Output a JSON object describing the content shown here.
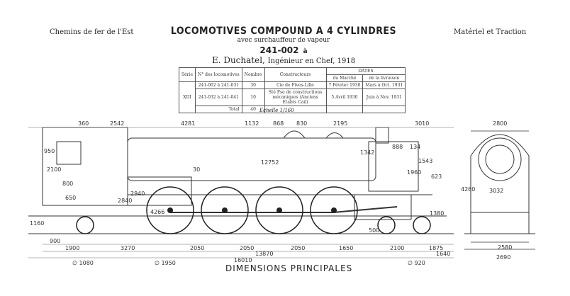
{
  "header": {
    "left": "Chemins de fer de l'Est",
    "right": "Matériel et Traction",
    "title": "LOCOMOTIVES COMPOUND A 4 CYLINDRES",
    "subtitle": "avec surchauffeur de vapeur",
    "model": "241-002",
    "model_suffix": "à",
    "engineer_name": "E. Duchatel,",
    "engineer_role": "Ingénieur en Chef, 1918"
  },
  "spec_table": {
    "headers": [
      "Série",
      "N° des locomotives",
      "Nombre",
      "Constructeurs",
      "DATES",
      "du Marché",
      "de la livraison"
    ],
    "rows": [
      [
        "XIII",
        "241-002 à 241-031",
        "30",
        "Cie de Fives-Lille",
        "7 Février 1930",
        "Mars à Oct. 1931"
      ],
      [
        "",
        "241-032 à 241-041",
        "10",
        "Sté Fse de constructions mécaniques (Anciens Etabts Cail)",
        "5 Avril 1930",
        "Juin à Nov. 1931"
      ],
      [
        "",
        "Total",
        "40",
        "",
        "",
        ""
      ]
    ]
  },
  "scale": "Echelle 1/160",
  "dims": {
    "top": [
      "360",
      "2542",
      "4281",
      "1132",
      "868",
      "830",
      "2195",
      "3010",
      "2800"
    ],
    "mid": [
      "950",
      "2100",
      "800",
      "650",
      "12752",
      "1342",
      "888",
      "134",
      "1543",
      "1960",
      "623",
      "30",
      "2840",
      "2940",
      "4266",
      "4260",
      "3032",
      "500",
      "1160",
      "1380"
    ],
    "bottom": [
      "1900",
      "3270",
      "2050",
      "2050",
      "2050",
      "1650",
      "2100",
      "1875",
      "2580",
      "13870",
      "16010",
      "1640",
      "2690",
      "900"
    ],
    "wheels": [
      "∅ 1080",
      "∅ 1950",
      "∅ 920"
    ]
  },
  "footer": "DIMENSIONS PRINCIPALES"
}
